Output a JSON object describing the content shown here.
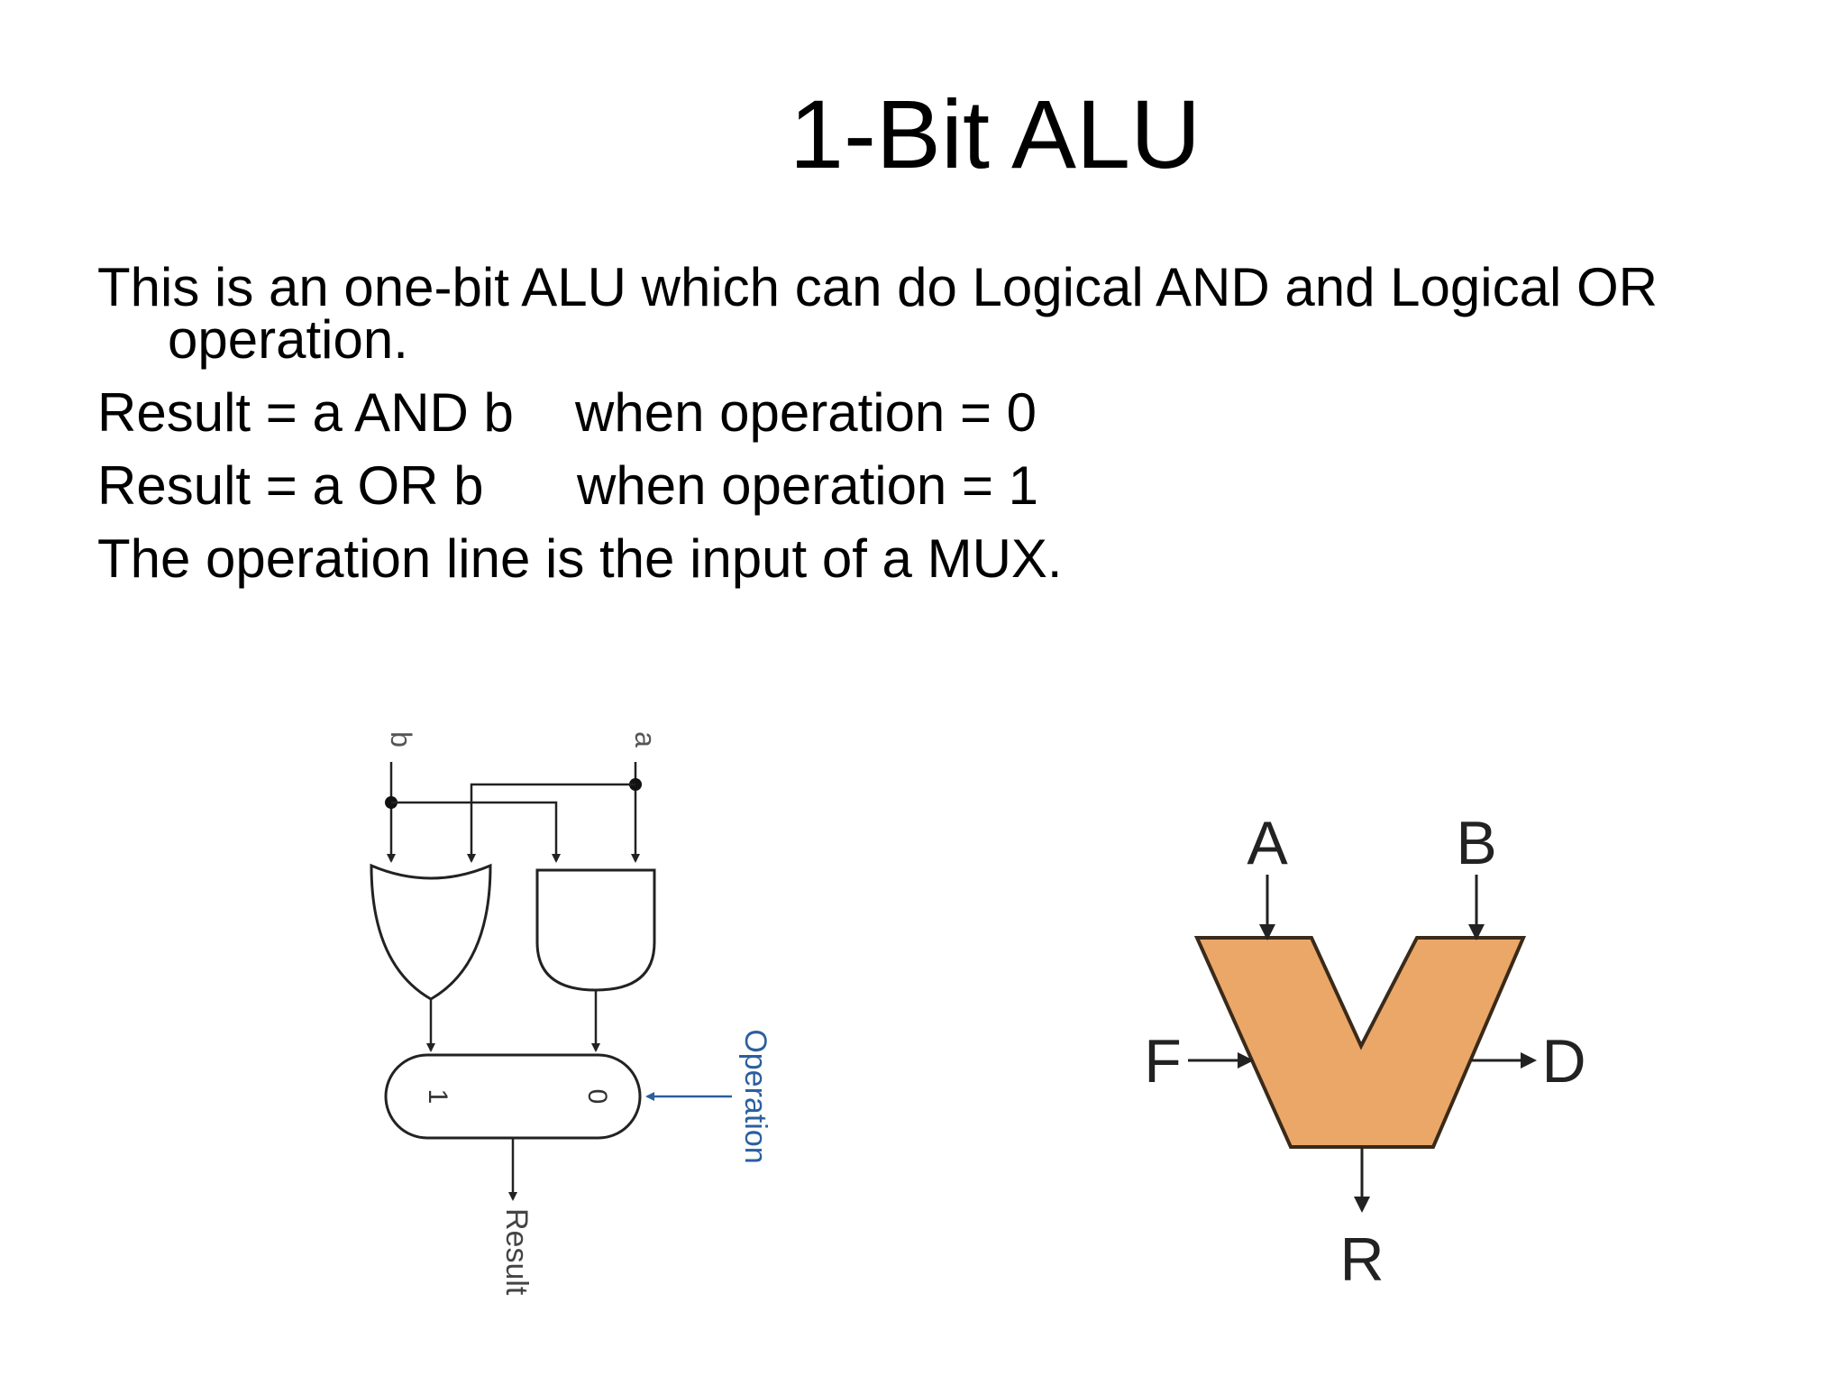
{
  "title": "1-Bit ALU",
  "description": {
    "line1": "This is an one-bit ALU which can do Logical AND and Logical OR",
    "line1_cont": "operation.",
    "and_rule": "Result = a AND b",
    "and_condition": "when operation = 0",
    "or_rule": "Result = a OR b",
    "or_condition": "when operation = 1",
    "mux_note": "The operation line is the input of a MUX."
  },
  "circuit": {
    "input_b": "b",
    "input_a": "a",
    "mux_in_1": "1",
    "mux_in_0": "0",
    "control": "Operation",
    "output": "Result"
  },
  "alu_symbol": {
    "input_a": "A",
    "input_b": "B",
    "input_f": "F",
    "output_d": "D",
    "output_r": "R",
    "fill_color": "#eba768"
  }
}
